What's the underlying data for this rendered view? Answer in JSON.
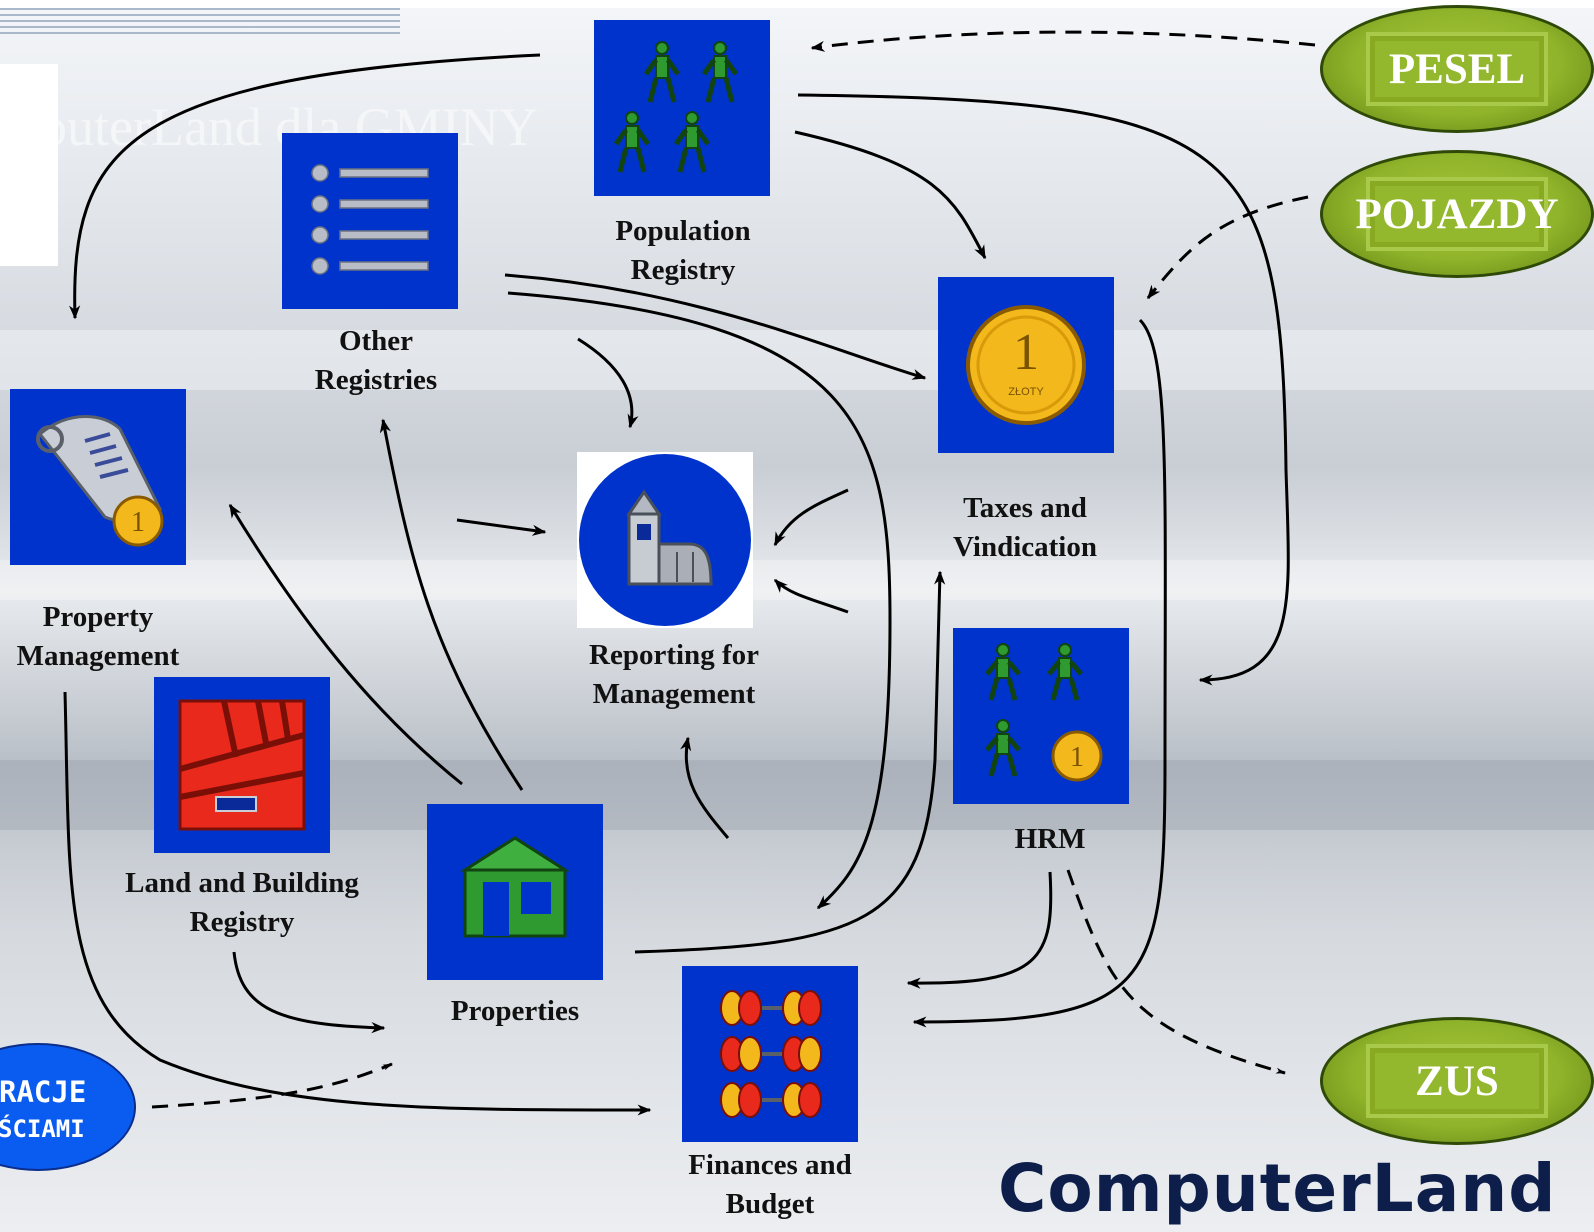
{
  "background_ghost_title": "puterLand dla GMINY",
  "nodes": {
    "population_registry": {
      "line1": "Population",
      "line2": "Registry"
    },
    "other_registries": {
      "line1": "Other",
      "line2": "Registries"
    },
    "taxes_vindication": {
      "line1": "Taxes and",
      "line2": "Vindication"
    },
    "property_management": {
      "line1": "Property",
      "line2": "Management"
    },
    "reporting": {
      "line1": "Reporting for",
      "line2": "Management"
    },
    "hrm": {
      "line1": "HRM"
    },
    "land_building_registry": {
      "line1": "Land and Building",
      "line2": "Registry"
    },
    "properties": {
      "line1": "Properties"
    },
    "finances_budget": {
      "line1": "Finances and",
      "line2": "Budget"
    }
  },
  "external_systems": {
    "pesel": "PESEL",
    "pojazdy": "POJAZDY",
    "zus": "ZUS",
    "admin_line1": "RACJE",
    "admin_line2": "ŚCIAMI"
  },
  "logo_text": "ComputerLand",
  "colors": {
    "tile_blue": "#0033cc",
    "external_green": "#8fb32a",
    "admin_blue": "#0a5cf0",
    "arrow": "#000000"
  }
}
